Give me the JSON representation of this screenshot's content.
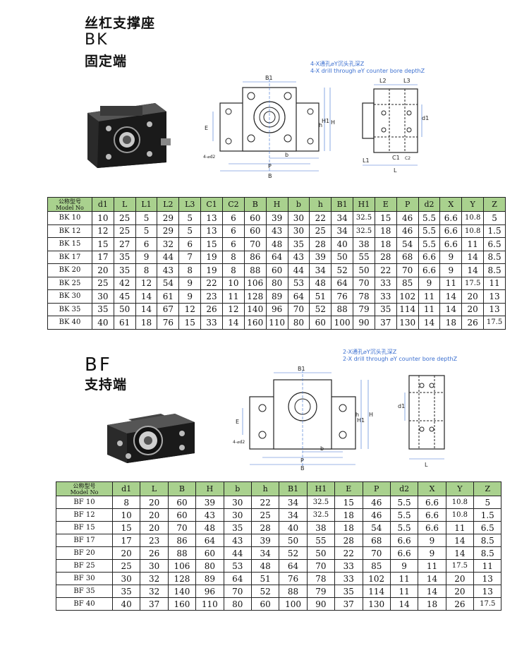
{
  "bk": {
    "title_cn": "丝杠支撑座",
    "model_label": "BK",
    "subtitle": "固定端",
    "callout_cn": "4-X通孔⌀Y沉头孔深Z",
    "callout_en": "4-X drill through ⌀Y counter bore depthZ",
    "dims": {
      "B1": "B1",
      "E": "E",
      "h": "h",
      "H1": "H1",
      "H": "H",
      "b": "b",
      "P": "P",
      "B": "B",
      "hole": "4-⌀d2",
      "L2": "L2",
      "L3": "L3",
      "d1": "d1",
      "L1": "L1",
      "C1": "C1",
      "C2": "C2",
      "L": "L"
    },
    "table": {
      "model_header_cn": "公称型号",
      "model_header_en": "Model No",
      "headers": [
        "d1",
        "L",
        "L1",
        "L2",
        "L3",
        "C1",
        "C2",
        "B",
        "H",
        "b",
        "h",
        "B1",
        "H1",
        "E",
        "P",
        "d2",
        "X",
        "Y",
        "Z"
      ],
      "rows": [
        [
          "BK 10",
          "10",
          "25",
          "5",
          "29",
          "5",
          "13",
          "6",
          "60",
          "39",
          "30",
          "22",
          "34",
          "32.5",
          "15",
          "46",
          "5.5",
          "6.6",
          "10.8",
          "5"
        ],
        [
          "BK 12",
          "12",
          "25",
          "5",
          "29",
          "5",
          "13",
          "6",
          "60",
          "43",
          "30",
          "25",
          "34",
          "32.5",
          "18",
          "46",
          "5.5",
          "6.6",
          "10.8",
          "1.5"
        ],
        [
          "BK 15",
          "15",
          "27",
          "6",
          "32",
          "6",
          "15",
          "6",
          "70",
          "48",
          "35",
          "28",
          "40",
          "38",
          "18",
          "54",
          "5.5",
          "6.6",
          "11",
          "6.5"
        ],
        [
          "BK 17",
          "17",
          "35",
          "9",
          "44",
          "7",
          "19",
          "8",
          "86",
          "64",
          "43",
          "39",
          "50",
          "55",
          "28",
          "68",
          "6.6",
          "9",
          "14",
          "8.5"
        ],
        [
          "BK 20",
          "20",
          "35",
          "8",
          "43",
          "8",
          "19",
          "8",
          "88",
          "60",
          "44",
          "34",
          "52",
          "50",
          "22",
          "70",
          "6.6",
          "9",
          "14",
          "8.5"
        ],
        [
          "BK 25",
          "25",
          "42",
          "12",
          "54",
          "9",
          "22",
          "10",
          "106",
          "80",
          "53",
          "48",
          "64",
          "70",
          "33",
          "85",
          "9",
          "11",
          "17.5",
          "11"
        ],
        [
          "BK 30",
          "30",
          "45",
          "14",
          "61",
          "9",
          "23",
          "11",
          "128",
          "89",
          "64",
          "51",
          "76",
          "78",
          "33",
          "102",
          "11",
          "14",
          "20",
          "13"
        ],
        [
          "BK 35",
          "35",
          "50",
          "14",
          "67",
          "12",
          "26",
          "12",
          "140",
          "96",
          "70",
          "52",
          "88",
          "79",
          "35",
          "114",
          "11",
          "14",
          "20",
          "13"
        ],
        [
          "BK 40",
          "40",
          "61",
          "18",
          "76",
          "15",
          "33",
          "14",
          "160",
          "110",
          "80",
          "60",
          "100",
          "90",
          "37",
          "130",
          "14",
          "18",
          "26",
          "17.5"
        ]
      ]
    }
  },
  "bf": {
    "model_label": "BF",
    "subtitle": "支持端",
    "callout_cn": "2-X通孔⌀Y沉头孔深Z",
    "callout_en": "2-X drill through ⌀Y counter bore depthZ",
    "dims": {
      "B1": "B1",
      "E": "E",
      "h": "h",
      "H1": "H1",
      "H": "H",
      "b": "b",
      "P": "P",
      "B": "B",
      "hole": "4-⌀d2",
      "d1": "d1",
      "L": "L"
    },
    "table": {
      "model_header_cn": "公称型号",
      "model_header_en": "Model No",
      "headers": [
        "d1",
        "L",
        "B",
        "H",
        "b",
        "h",
        "B1",
        "H1",
        "E",
        "P",
        "d2",
        "X",
        "Y",
        "Z"
      ],
      "rows": [
        [
          "BF 10",
          "8",
          "20",
          "60",
          "39",
          "30",
          "22",
          "34",
          "32.5",
          "15",
          "46",
          "5.5",
          "6.6",
          "10.8",
          "5"
        ],
        [
          "BF 12",
          "10",
          "20",
          "60",
          "43",
          "30",
          "25",
          "34",
          "32.5",
          "18",
          "46",
          "5.5",
          "6.6",
          "10.8",
          "1.5"
        ],
        [
          "BF 15",
          "15",
          "20",
          "70",
          "48",
          "35",
          "28",
          "40",
          "38",
          "18",
          "54",
          "5.5",
          "6.6",
          "11",
          "6.5"
        ],
        [
          "BF 17",
          "17",
          "23",
          "86",
          "64",
          "43",
          "39",
          "50",
          "55",
          "28",
          "68",
          "6.6",
          "9",
          "14",
          "8.5"
        ],
        [
          "BF 20",
          "20",
          "26",
          "88",
          "60",
          "44",
          "34",
          "52",
          "50",
          "22",
          "70",
          "6.6",
          "9",
          "14",
          "8.5"
        ],
        [
          "BF 25",
          "25",
          "30",
          "106",
          "80",
          "53",
          "48",
          "64",
          "70",
          "33",
          "85",
          "9",
          "11",
          "17.5",
          "11"
        ],
        [
          "BF 30",
          "30",
          "32",
          "128",
          "89",
          "64",
          "51",
          "76",
          "78",
          "33",
          "102",
          "11",
          "14",
          "20",
          "13"
        ],
        [
          "BF 35",
          "35",
          "32",
          "140",
          "96",
          "70",
          "52",
          "88",
          "79",
          "35",
          "114",
          "11",
          "14",
          "20",
          "13"
        ],
        [
          "BF 40",
          "40",
          "37",
          "160",
          "110",
          "80",
          "60",
          "100",
          "90",
          "37",
          "130",
          "14",
          "18",
          "26",
          "17.5"
        ]
      ]
    }
  },
  "colors": {
    "header_bg": "#a9d18e",
    "drawing_blue": "#3b6fd0",
    "block": "#1a1a1a"
  },
  "icons": {
    "bk_photo": "bk-bearing-block-photo",
    "bf_photo": "bf-bearing-block-photo"
  }
}
